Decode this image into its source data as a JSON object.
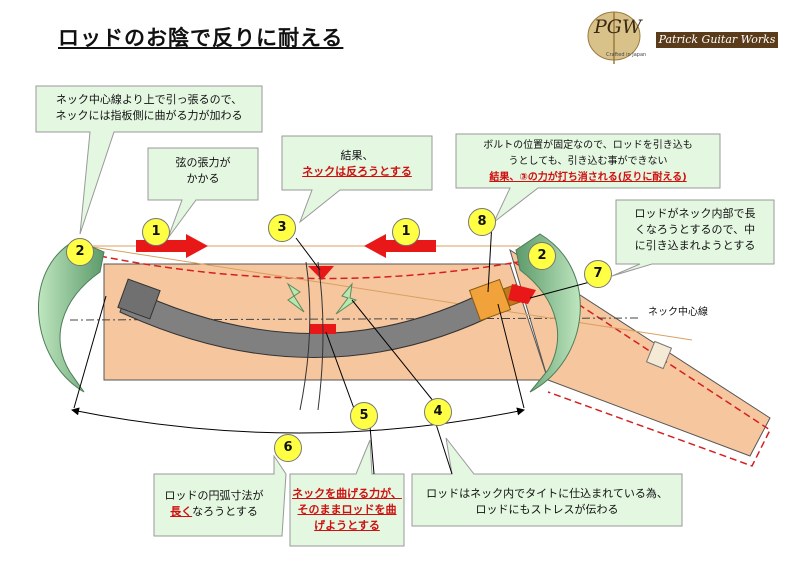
{
  "title": "ロッドのお陰で反りに耐える",
  "logo": {
    "monogram": "PGW",
    "brand": "Patrick Guitar Works",
    "tagline": "Crafted in Japan"
  },
  "callouts": {
    "top_left": [
      "ネック中心線より上で引っ張るので、",
      "ネックには指板側に曲がる力が加わる"
    ],
    "string_tension": [
      "弦の張力が",
      "かかる"
    ],
    "result_warp": {
      "line1": "結果、",
      "line2": "ネックは反ろうとする"
    },
    "bolt": {
      "line1": "ボルトの位置が固定なので、ロッドを引き込も",
      "line2": "うとしても、引き込む事ができない",
      "line3": "結果、③の力が打ち消される(反りに耐える)"
    },
    "rod_pulled_in": [
      "ロッドがネック内部で長",
      "くなろうとするので、中",
      "に引き込まれようとする"
    ],
    "neck_center_line": "ネック中心線",
    "arc_length": {
      "line1": "ロッドの円弧寸法が",
      "line2_red": "長く",
      "line2_rest": "なろうとする"
    },
    "bend_force": [
      "ネックを曲げる力が、",
      "そのままロッドを曲",
      "げようとする"
    ],
    "rod_stress": [
      "ロッドはネック内でタイトに仕込まれている為、",
      "ロッドにもストレスが伝わる"
    ]
  },
  "markers": {
    "m1": "1",
    "m2": "2",
    "m3": "3",
    "m4": "4",
    "m5": "5",
    "m6": "6",
    "m7": "7",
    "m8": "8"
  },
  "colors": {
    "callout_fill": "#e3f7e1",
    "neck_fill": "#f6c69e",
    "rod_fill": "#808080",
    "nut_fill": "#f2a23a",
    "arrow_red": "#e81818",
    "marker_yellow": "#ffff44"
  }
}
